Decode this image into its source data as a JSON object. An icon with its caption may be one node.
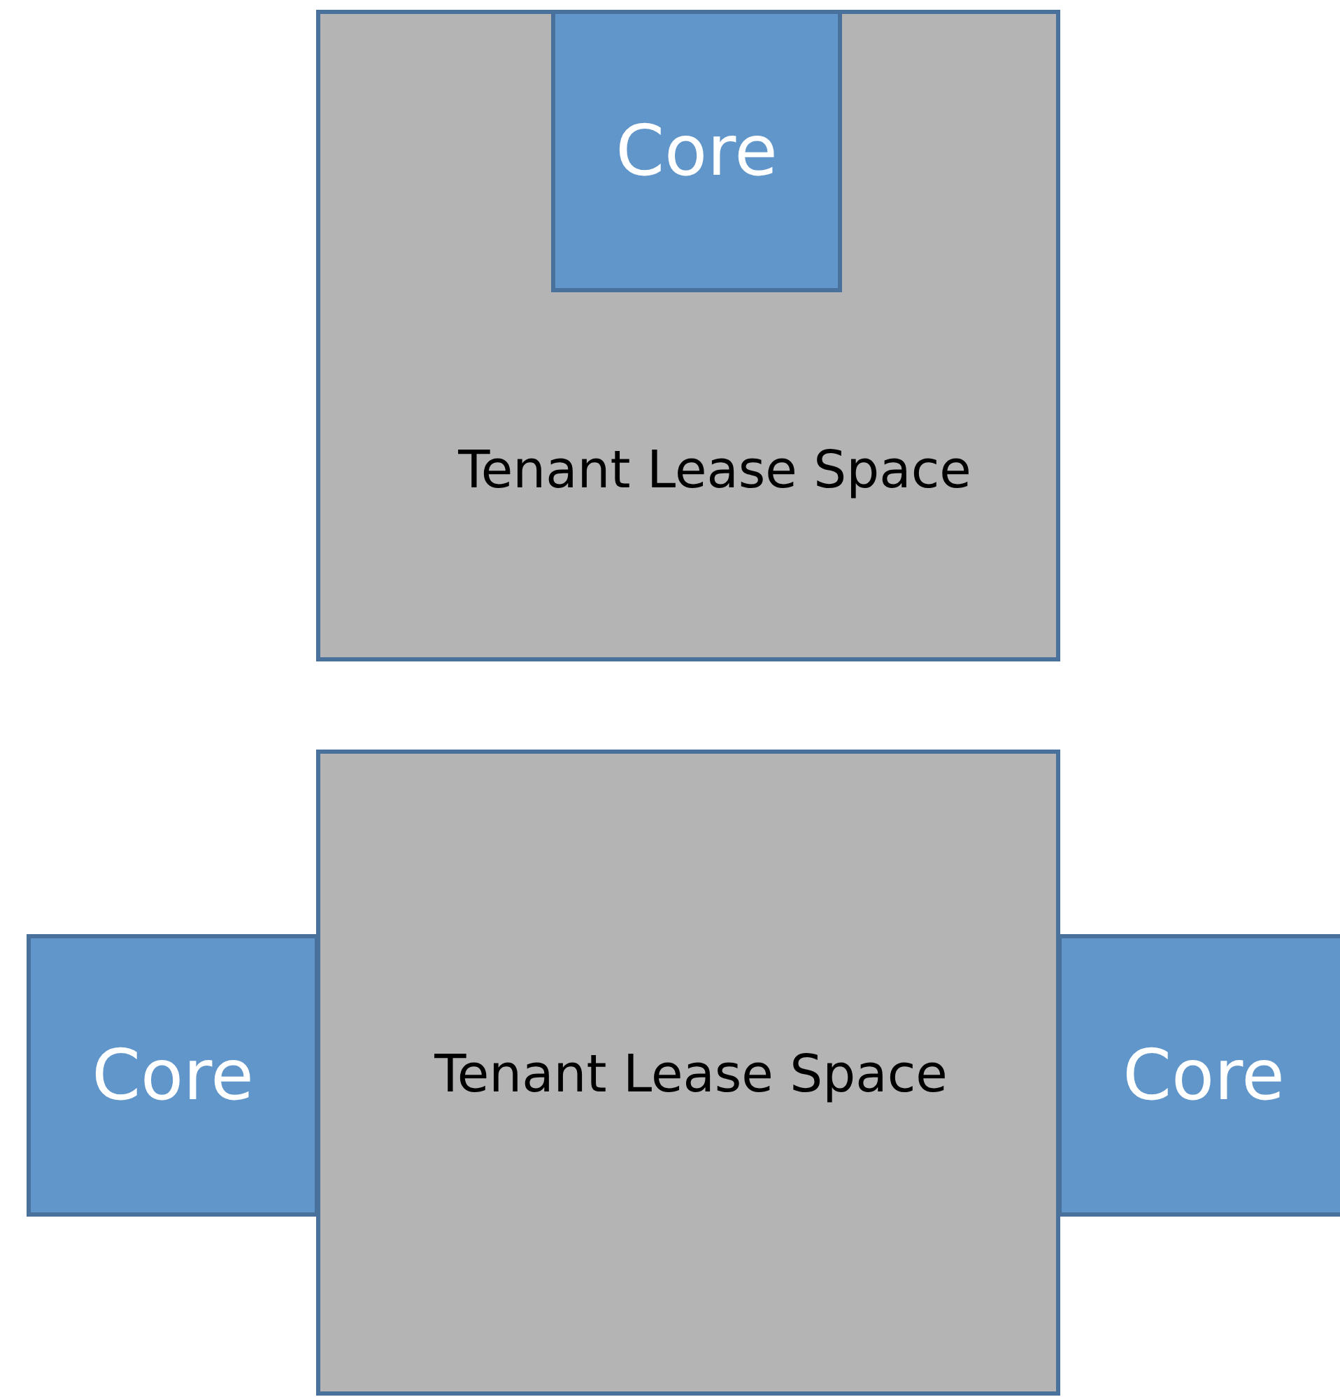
{
  "diagram": {
    "nodes": [
      {
        "text": [
          "Tenant Lease Space"
        ]
      },
      {
        "text": [
          "Core"
        ],
        "in": 0
      },
      {
        "text": [
          "Core"
        ]
      },
      {
        "text": [
          "Tenant Lease Space"
        ]
      },
      {
        "text": [
          "Core"
        ]
      }
    ]
  }
}
